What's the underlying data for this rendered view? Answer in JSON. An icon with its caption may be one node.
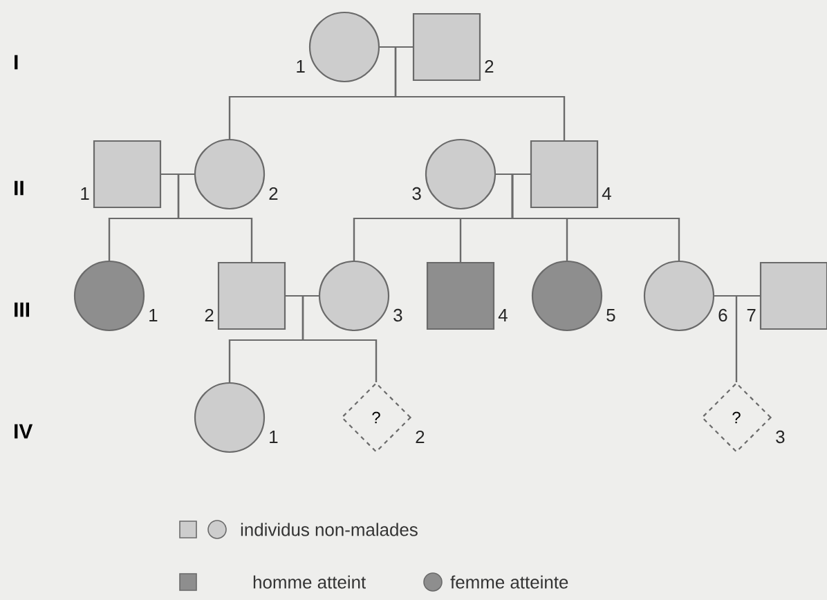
{
  "diagram": {
    "nodes": [
      {
        "text": [],
        "shape": "circle",
        "beside": [
          "1"
        ]
      },
      {
        "text": [],
        "shape": "box",
        "beside": [
          "2"
        ]
      },
      {
        "text": [],
        "shape": "box",
        "beside": [
          "1"
        ]
      },
      {
        "text": [],
        "shape": "circle",
        "beside": [
          "2"
        ]
      },
      {
        "text": [],
        "shape": "circle",
        "beside": [
          "3"
        ]
      },
      {
        "text": [],
        "shape": "box",
        "beside": [
          "4"
        ]
      },
      {
        "text": [],
        "shape": "circle",
        "beside": [
          "1"
        ]
      },
      {
        "text": [],
        "shape": "box",
        "beside": [
          "2"
        ]
      },
      {
        "text": [],
        "shape": "circle",
        "beside": [
          "3"
        ]
      },
      {
        "text": [],
        "shape": "box",
        "beside": [
          "4"
        ]
      },
      {
        "text": [],
        "shape": "circle",
        "beside": [
          "5"
        ]
      },
      {
        "text": [],
        "shape": "circle",
        "beside": [
          "6"
        ]
      },
      {
        "text": [],
        "shape": "box",
        "beside": [
          "7"
        ]
      },
      {
        "text": [],
        "shape": "circle",
        "beside": [
          "1"
        ]
      },
      {
        "text": [
          "?"
        ],
        "beside": [
          "2"
        ]
      },
      {
        "text": [
          "?"
        ],
        "beside": [
          "3"
        ]
      }
    ],
    "edges": [
      {
        "from": 0,
        "to": 1,
        "arrow": "none"
      },
      {
        "from": 0,
        "to": 3,
        "arrow": "none"
      },
      {
        "from": 1,
        "to": 3,
        "arrow": "none"
      },
      {
        "from": 0,
        "to": 5,
        "arrow": "none"
      },
      {
        "from": 1,
        "to": 5,
        "arrow": "none"
      },
      {
        "from": 2,
        "to": 3,
        "arrow": "none"
      },
      {
        "from": 2,
        "to": 6,
        "arrow": "none"
      },
      {
        "from": 3,
        "to": 6,
        "arrow": "none"
      },
      {
        "from": 2,
        "to": 7,
        "arrow": "none"
      },
      {
        "from": 3,
        "to": 7,
        "arrow": "none"
      },
      {
        "from": 4,
        "to": 5,
        "arrow": "none"
      },
      {
        "from": 4,
        "to": 8,
        "arrow": "none"
      },
      {
        "from": 5,
        "to": 8,
        "arrow": "none"
      },
      {
        "from": 4,
        "to": 9,
        "arrow": "none"
      },
      {
        "from": 5,
        "to": 9,
        "arrow": "none"
      },
      {
        "from": 4,
        "to": 10,
        "arrow": "none"
      },
      {
        "from": 5,
        "to": 10,
        "arrow": "none"
      },
      {
        "from": 4,
        "to": 11,
        "arrow": "none"
      },
      {
        "from": 5,
        "to": 11,
        "arrow": "none"
      },
      {
        "from": 7,
        "to": 8,
        "arrow": "none"
      },
      {
        "from": 7,
        "to": 13,
        "arrow": "none"
      },
      {
        "from": 8,
        "to": 13,
        "arrow": "none"
      },
      {
        "from": 7,
        "to": 14,
        "arrow": "none"
      },
      {
        "from": 8,
        "to": 14,
        "arrow": "none"
      },
      {
        "from": 11,
        "to": 12,
        "arrow": "none"
      },
      {
        "from": 11,
        "to": 15,
        "arrow": "none"
      },
      {
        "from": 12,
        "to": 15,
        "arrow": "none"
      }
    ],
    "labels": [
      "I",
      "II",
      "III",
      "IV"
    ],
    "legend": [
      {
        "text": "individus non-malades"
      },
      {
        "text": "homme atteint"
      },
      {
        "text": "femme atteinte"
      }
    ]
  }
}
